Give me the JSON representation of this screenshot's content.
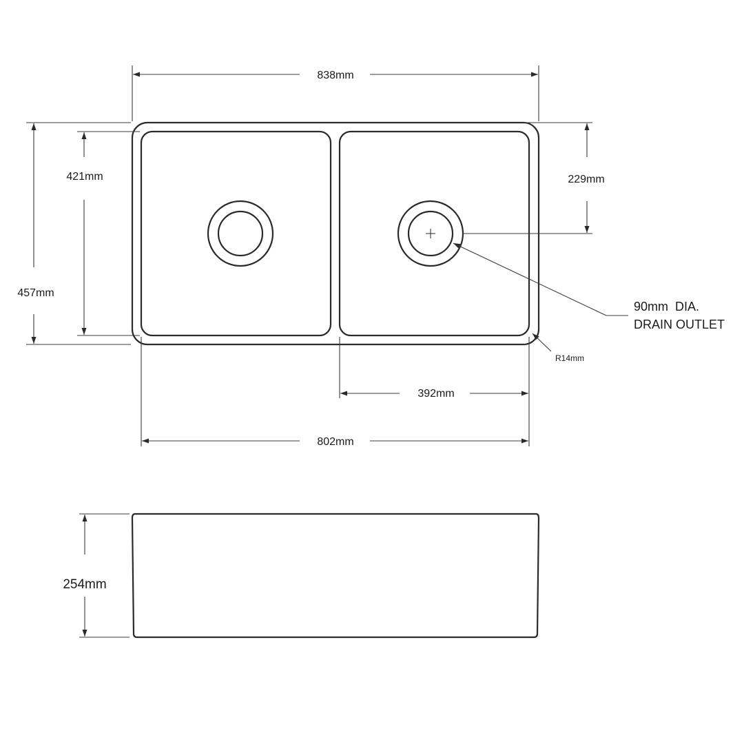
{
  "drawing": {
    "dimensions": {
      "overall_width": "838mm",
      "bowl_depth": "421mm",
      "overall_depth": "457mm",
      "drain_setback": "229mm",
      "bowl_width": "392mm",
      "inner_width": "802mm",
      "height": "254mm",
      "corner_radius": "R14mm"
    },
    "callout": {
      "line1": "90mm  DIA.",
      "line2": "DRAIN OUTLET"
    }
  }
}
